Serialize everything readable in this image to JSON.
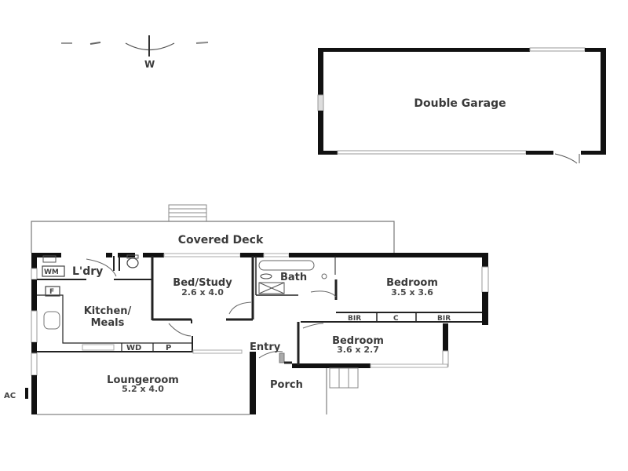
{
  "compass": {
    "direction_label": "W"
  },
  "garage": {
    "label": "Double Garage"
  },
  "deck": {
    "label": "Covered Deck"
  },
  "rooms": {
    "laundry": {
      "label": "L'dry",
      "fixture_wm": "WM"
    },
    "kitchen": {
      "label_line1": "Kitchen/",
      "label_line2": "Meals",
      "fixture_f": "F",
      "fixture_wd": "WD",
      "fixture_p": "P"
    },
    "bed_study": {
      "label": "Bed/Study",
      "dimensions": "2.6 x 4.0"
    },
    "bath": {
      "label": "Bath"
    },
    "bedroom1": {
      "label": "Bedroom",
      "dimensions": "3.5 x 3.6",
      "bir_left": "BIR",
      "cupboard": "C",
      "bir_right": "BIR"
    },
    "bedroom2": {
      "label": "Bedroom",
      "dimensions": "3.6 x 2.7"
    },
    "entry": {
      "label": "Entry"
    },
    "porch": {
      "label": "Porch"
    },
    "loungeroom": {
      "label": "Loungeroom",
      "dimensions": "5.2 x 4.0"
    }
  },
  "ac_label": "AC",
  "colors": {
    "wall": "#111111",
    "thin_line": "#333333",
    "window": "#bbbbbb",
    "text": "#3a3a3a"
  }
}
